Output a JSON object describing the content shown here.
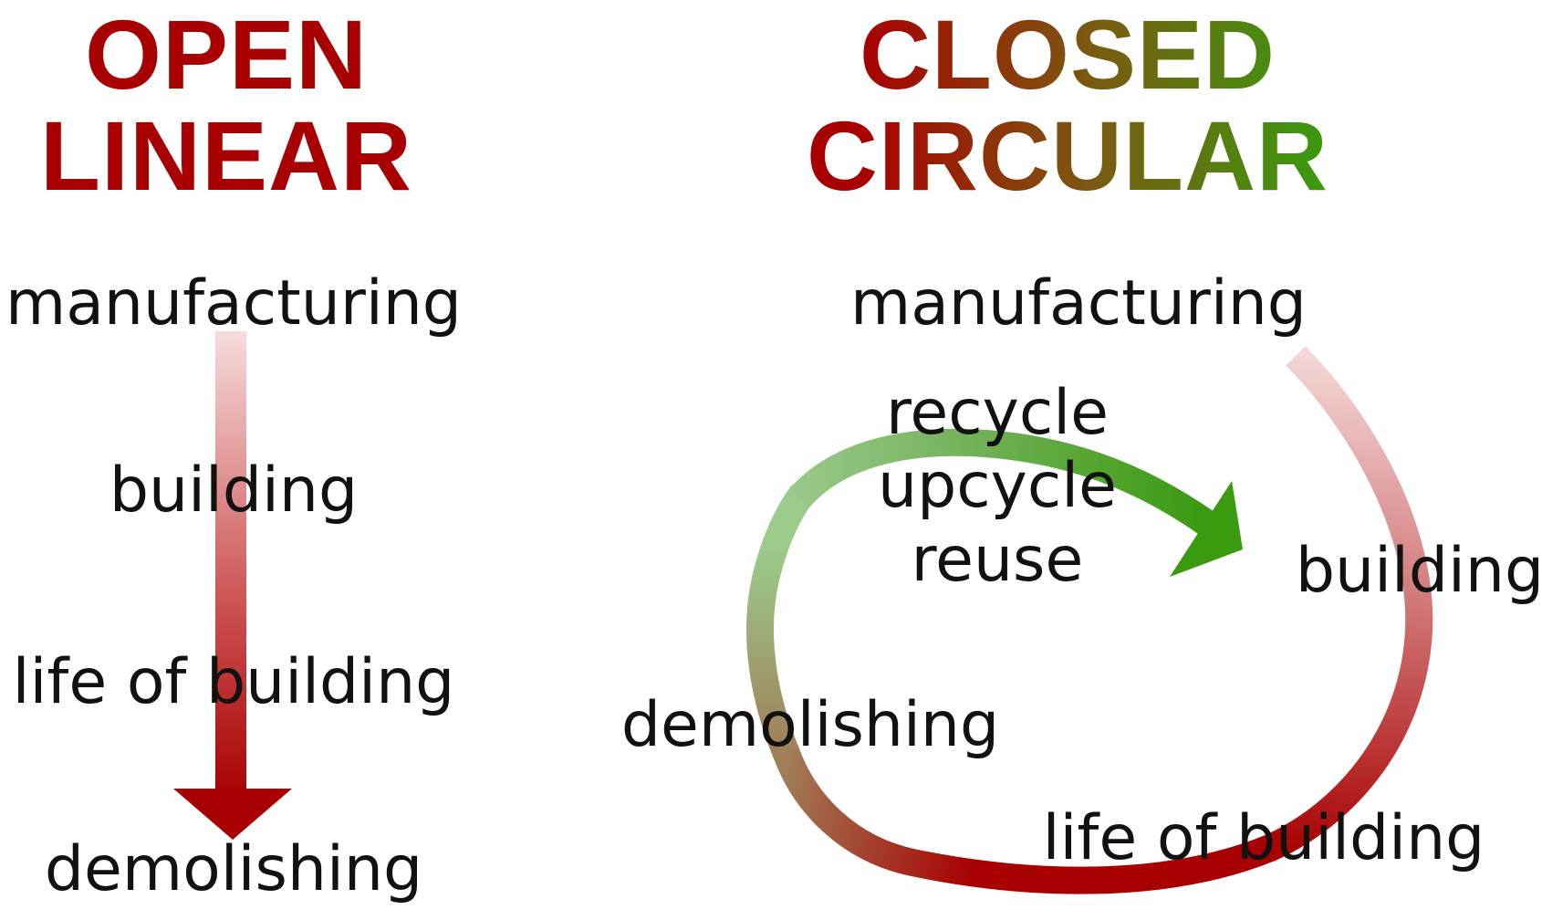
{
  "open": {
    "title_line1": "OPEN",
    "title_line2": "LINEAR",
    "stages": [
      "manufacturing",
      "building",
      "life of building",
      "demolishing"
    ],
    "color": "#a80000"
  },
  "closed": {
    "title_line1": "CLOSED",
    "title_line2": "CIRCULAR",
    "stages": [
      "manufacturing",
      "building",
      "life of building",
      "demolishing"
    ],
    "loop_actions": [
      "recycle",
      "upcycle",
      "reuse"
    ],
    "color_red": "#a80000",
    "color_green": "#3a9a10"
  }
}
